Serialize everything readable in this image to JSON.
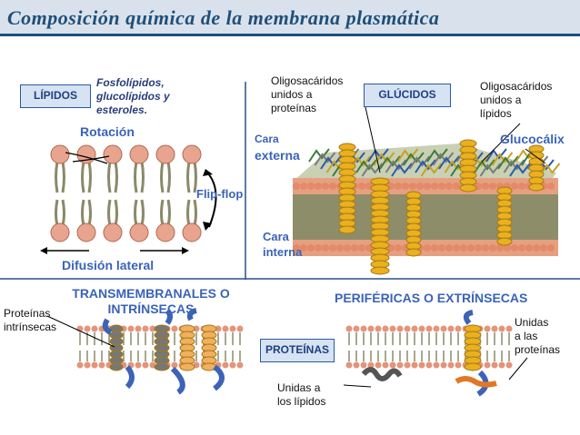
{
  "title": "Composición química de la membrana plasmática",
  "lipidos": {
    "box_label": "LÍPIDOS",
    "description_lines": [
      "Fosfolípidos,",
      "glucolípidos y",
      "esteroles."
    ],
    "rotation": "Rotación",
    "flipflop": "Flip-flop",
    "lateral": "Difusión lateral"
  },
  "glucidos": {
    "box_label": "GLÚCIDOS",
    "oligo_proteins": [
      "Oligosacáridos",
      "unidos a",
      "proteínas"
    ],
    "oligo_lipids": [
      "Oligosacáridos",
      "unidos a",
      "lípidos"
    ],
    "glucocalix": "Glucocálix",
    "cara_externa": [
      "Cara",
      "externa"
    ],
    "cara_interna": [
      "Cara",
      "interna"
    ]
  },
  "proteinas": {
    "box_label": "PROTEÍNAS",
    "transmembranales": [
      "TRANSMEMBRANALES O",
      "INTRÍNSECAS"
    ],
    "intrinsecas": [
      "Proteínas",
      "intrínsecas"
    ],
    "perifericas": "PERIFÉRICAS O EXTRÍNSECAS",
    "unidas_proteinas": [
      "Unidas",
      "a las",
      "proteínas"
    ],
    "unidas_lipidos": [
      "Unidas a",
      "los lípidos"
    ]
  },
  "colors": {
    "title_text": "#1f4e79",
    "label_blue": "#3a63b8",
    "head_pink": "#e8a48e",
    "tail_gray": "#8a8a6a",
    "protein_yellow": "#e9b020",
    "protein_gray": "#777777",
    "protein_blue": "#3c63b6"
  }
}
